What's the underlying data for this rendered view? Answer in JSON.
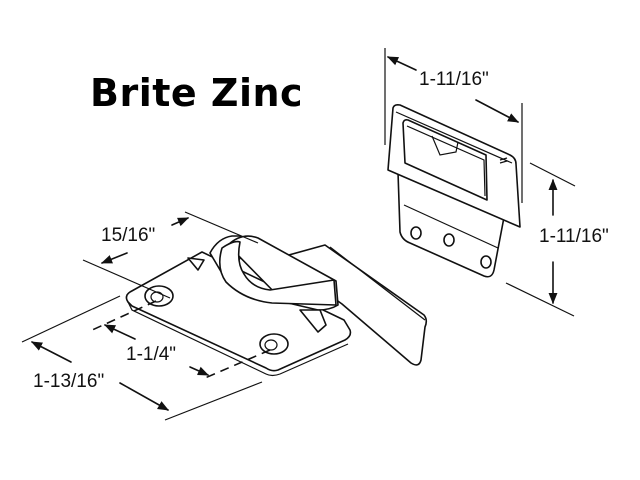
{
  "title": "Brite Zinc",
  "keeper": {
    "width_label": "1-11/16\"",
    "height_label": "1-11/16\""
  },
  "lock": {
    "depth_label": "15/16\"",
    "hole_spacing_label": "1-1/4\"",
    "length_label": "1-13/16\""
  },
  "colors": {
    "line": "#111111",
    "background": "#ffffff"
  }
}
